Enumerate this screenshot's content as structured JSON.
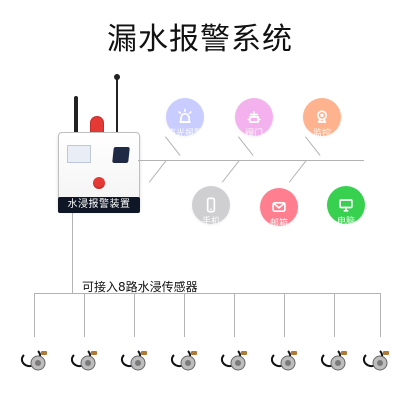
{
  "header": {
    "title": "漏水报警系统"
  },
  "device": {
    "label": "水浸报警装置",
    "colors": {
      "alarm": "#E53935",
      "label_bg": "#0F1726",
      "line": "#B3B3B3"
    }
  },
  "outputs": {
    "top": [
      {
        "label": "声光报警",
        "icon": "alarm-siren-icon",
        "bg": "#C9CCFF"
      },
      {
        "label": "阀门",
        "icon": "valve-icon",
        "bg": "#F3B2EE"
      },
      {
        "label": "监控",
        "icon": "camera-icon",
        "bg": "#FFB28E"
      }
    ],
    "bottom": [
      {
        "label": "手机",
        "icon": "phone-icon",
        "bg": "#CFCFD2"
      },
      {
        "label": "邮箱",
        "icon": "mail-icon",
        "bg": "#FF7F8F"
      },
      {
        "label": "电脑",
        "icon": "computer-icon",
        "bg": "#38D14F"
      }
    ]
  },
  "sensors": {
    "note": "可接入8路水浸传感器",
    "count": 8
  }
}
